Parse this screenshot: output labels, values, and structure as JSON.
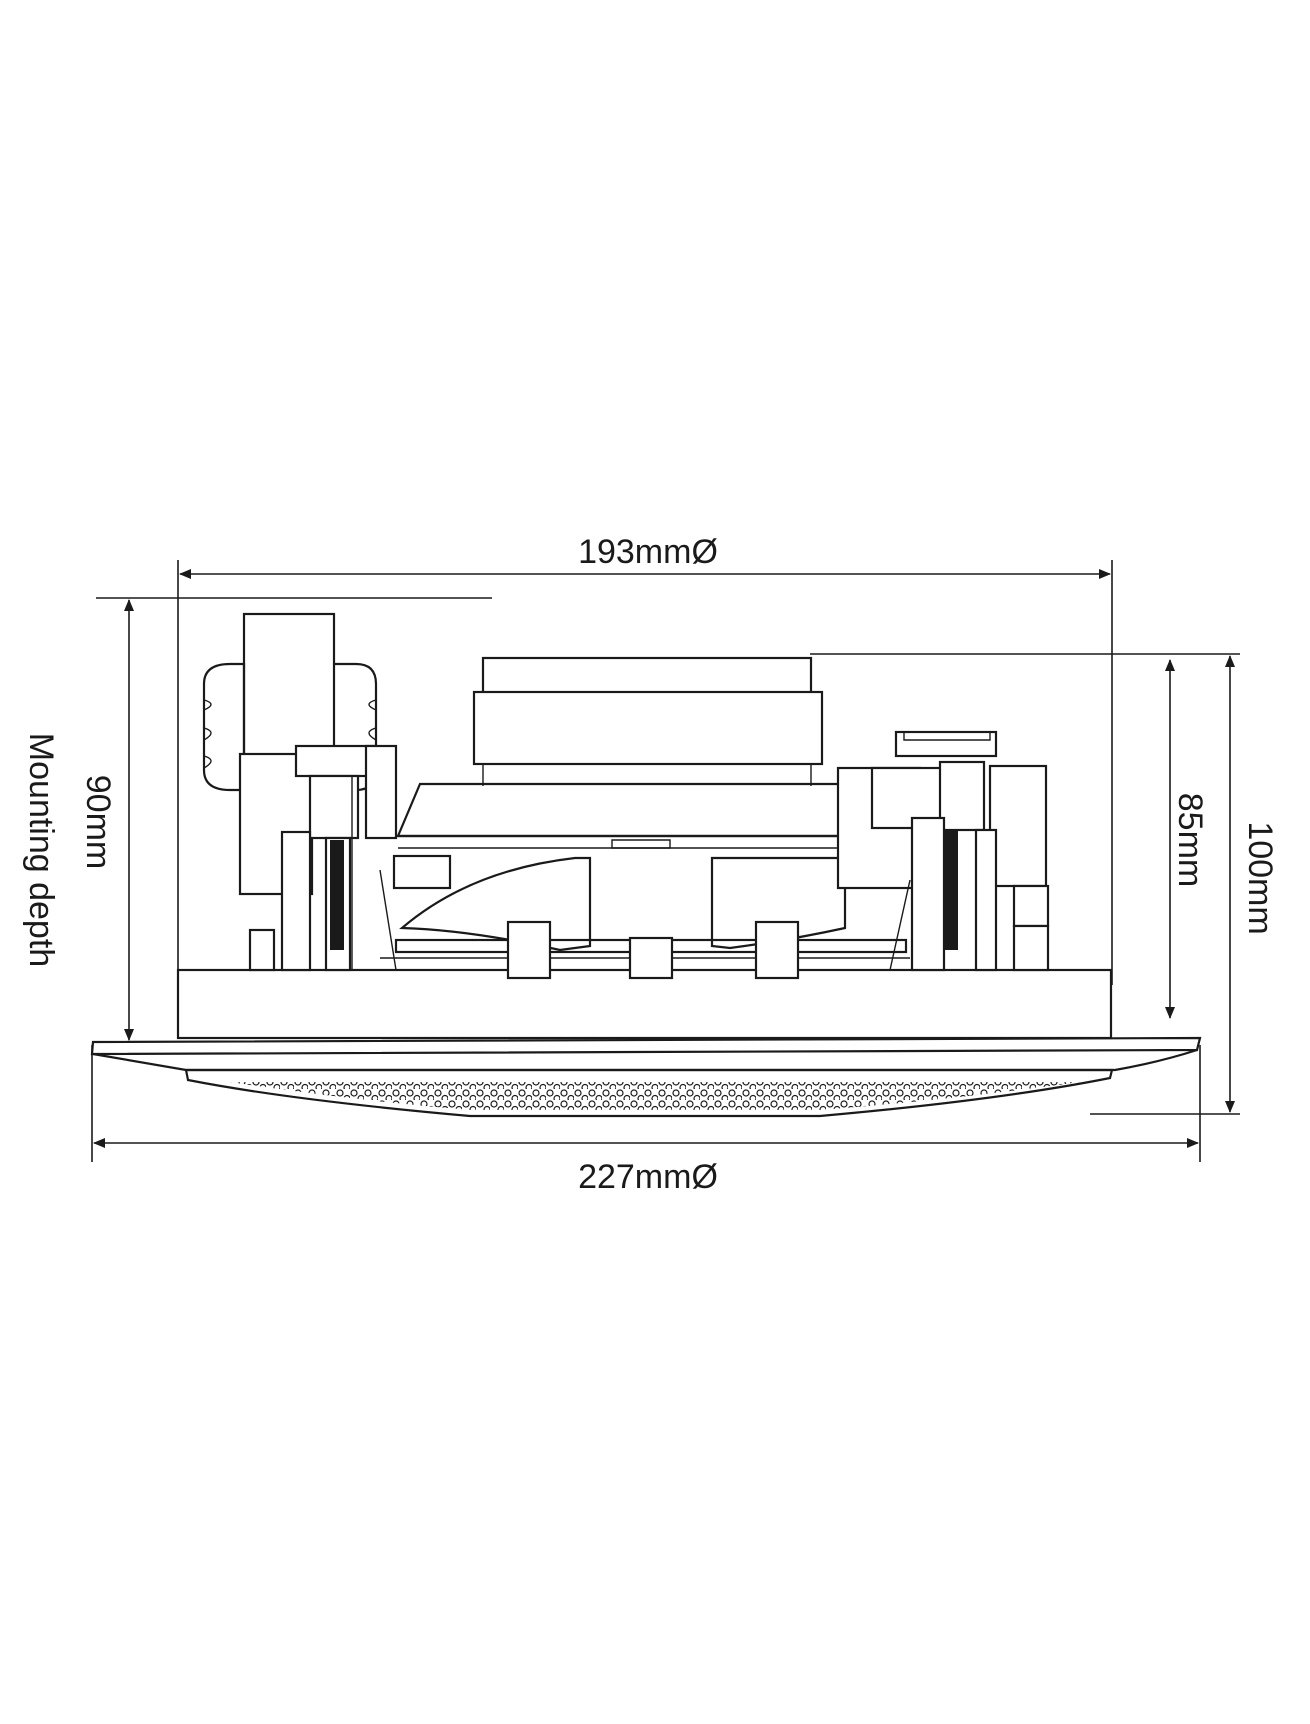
{
  "diagram": {
    "dimensions": {
      "top_width": "193mmØ",
      "bottom_width": "227mmØ",
      "mounting_depth_value": "90mm",
      "mounting_depth_label": "Mounting depth",
      "body_height": "85mm",
      "total_height": "100mm"
    }
  }
}
